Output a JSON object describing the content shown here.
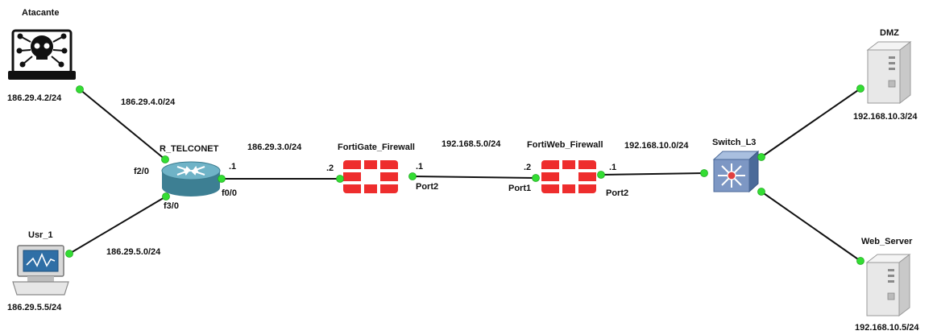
{
  "devices": {
    "attacker": {
      "name": "Atacante",
      "ip": "186.29.4.2/24",
      "icon": "attacker-laptop-icon"
    },
    "user": {
      "name": "Usr_1",
      "ip": "186.29.5.5/24",
      "icon": "pc-icon"
    },
    "router": {
      "name": "R_TELCONET",
      "icon": "router-icon",
      "ports": {
        "f2_0": "f2/0",
        "f3_0": "f3/0",
        "f0_0": "f0/0",
        "host": ".1"
      }
    },
    "fortigate": {
      "name": "FortiGate_Firewall",
      "icon": "fortinet-firewall-icon",
      "ports": {
        "left": ".2",
        "right": ".1",
        "port": "Port2"
      }
    },
    "fortiweb": {
      "name": "FortiWeb_Firewall",
      "icon": "fortinet-firewall-icon",
      "ports": {
        "left": ".2",
        "right": ".1",
        "port_left": "Port1",
        "port_right": "Port2"
      }
    },
    "switch": {
      "name": "Switch_L3",
      "icon": "l3-switch-icon"
    },
    "dmz": {
      "name": "DMZ",
      "ip": "192.168.10.3/24",
      "icon": "server-icon"
    },
    "web": {
      "name": "Web_Server",
      "ip": "192.168.10.5/24",
      "icon": "server-icon"
    }
  },
  "networks": {
    "net_attacker": "186.29.4.0/24",
    "net_user": "186.29.5.0/24",
    "net_router_fg": "186.29.3.0/24",
    "net_fg_fw": "192.168.5.0/24",
    "net_fw_sw": "192.168.10.0/24"
  },
  "colors": {
    "link": "#111111",
    "port_dot": "#33dd33",
    "fortinet_red": "#ee2d2d",
    "router_teal": "#4f9ab0",
    "switch_blue": "#6e8bb8"
  }
}
